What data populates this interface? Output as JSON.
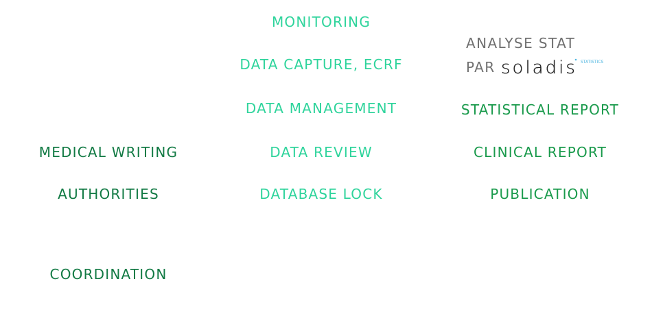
{
  "columns": {
    "left": [
      "MEDICAL WRITING",
      "AUTHORITIES",
      "COORDINATION"
    ],
    "center": [
      "MONITORING",
      "DATA CAPTURE, ECRF",
      "DATA MANAGEMENT",
      "DATA REVIEW",
      "DATABASE LOCK"
    ],
    "right": [
      "STATISTICAL REPORT",
      "CLINICAL REPORT",
      "PUBLICATION"
    ]
  },
  "stat": {
    "line1": "ANALYSE STAT",
    "line2": "PAR",
    "logo_text": "soladis",
    "logo_sub": "STATISTICS"
  },
  "colors": {
    "dark_green": "#127a44",
    "green": "#1a9a4c",
    "light_green": "#2fd49c",
    "grey": "#6f6f6f",
    "logo_accent": "#4fb6e0"
  }
}
